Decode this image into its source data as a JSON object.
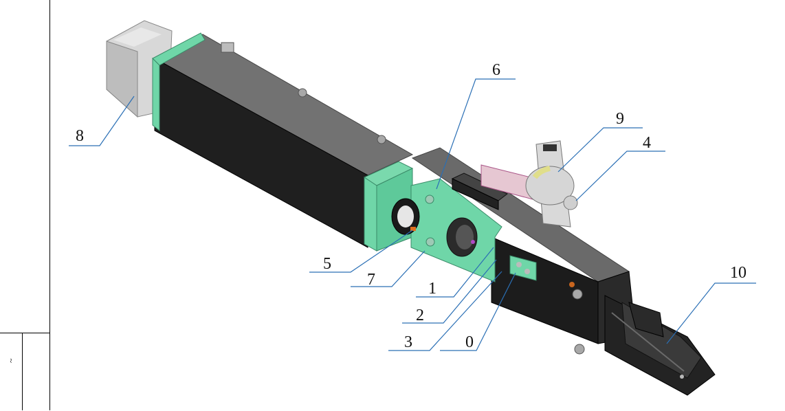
{
  "callouts": [
    "8",
    "6",
    "9",
    "4",
    "5",
    "7",
    "1",
    "2",
    "3",
    "0",
    "10"
  ],
  "stamp_text": "~",
  "colors": {
    "housing_dark": "#1f1f1f",
    "housing_top": "#6e6e6e",
    "flange_green": "#6fd6a8",
    "motor_gray": "#cfcfcf",
    "leader_line": "#2a6fb5"
  }
}
